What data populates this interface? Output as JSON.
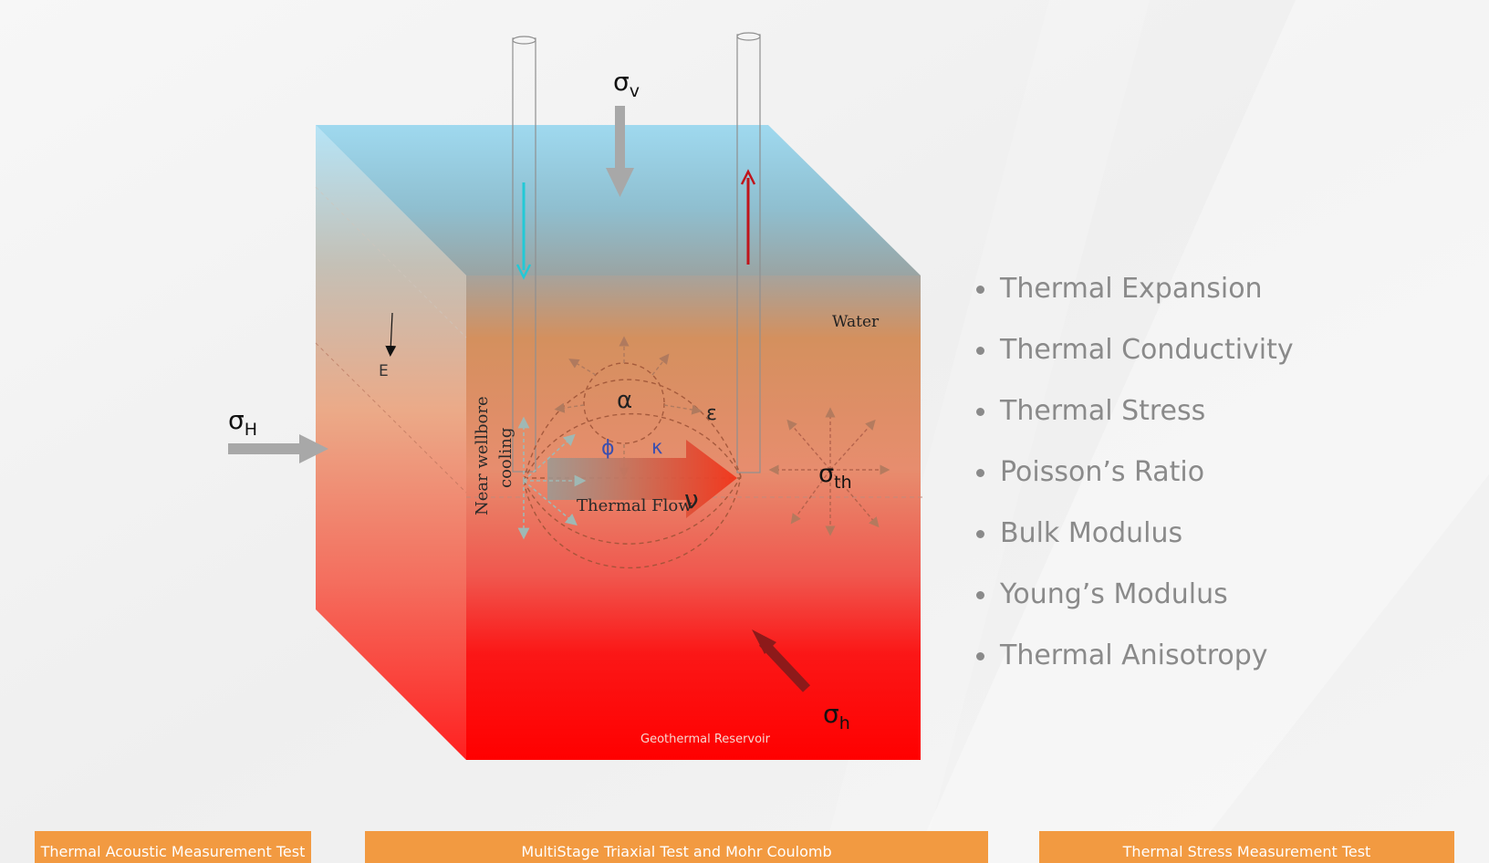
{
  "diagram": {
    "sigma_v": "σ",
    "sigma_v_sub": "v",
    "sigma_H": "σ",
    "sigma_H_sub": "H",
    "sigma_h": "σ",
    "sigma_h_sub": "h",
    "sigma_th": "σ",
    "sigma_th_sub": "th",
    "E_label": "E",
    "water_label": "Water",
    "alpha": "α",
    "epsilon": "ε",
    "phi": "ϕ",
    "kappa": "κ",
    "nu": "ν",
    "thermal_flow": "Thermal Flow",
    "near_wellbore_line1": "Near wellbore",
    "near_wellbore_line2": "cooling",
    "reservoir_label": "Geothermal Reservoir"
  },
  "properties": [
    "Thermal Expansion",
    "Thermal Conductivity",
    "Thermal Stress",
    "Poisson’s Ratio",
    "Bulk Modulus",
    "Young’s Modulus",
    "Thermal Anisotropy"
  ],
  "tabs": {
    "left": "Thermal Acoustic Measurement Test",
    "middle": "MultiStage Triaxial Test and Mohr Coulomb",
    "right": "Thermal Stress Measurement Test"
  },
  "colors": {
    "top_water": "#a9dcf0",
    "reservoir_hot": "#ff0000",
    "tab_orange": "#f29a41",
    "injection_arrow": "#23c9d6",
    "production_arrow": "#c0141b"
  }
}
